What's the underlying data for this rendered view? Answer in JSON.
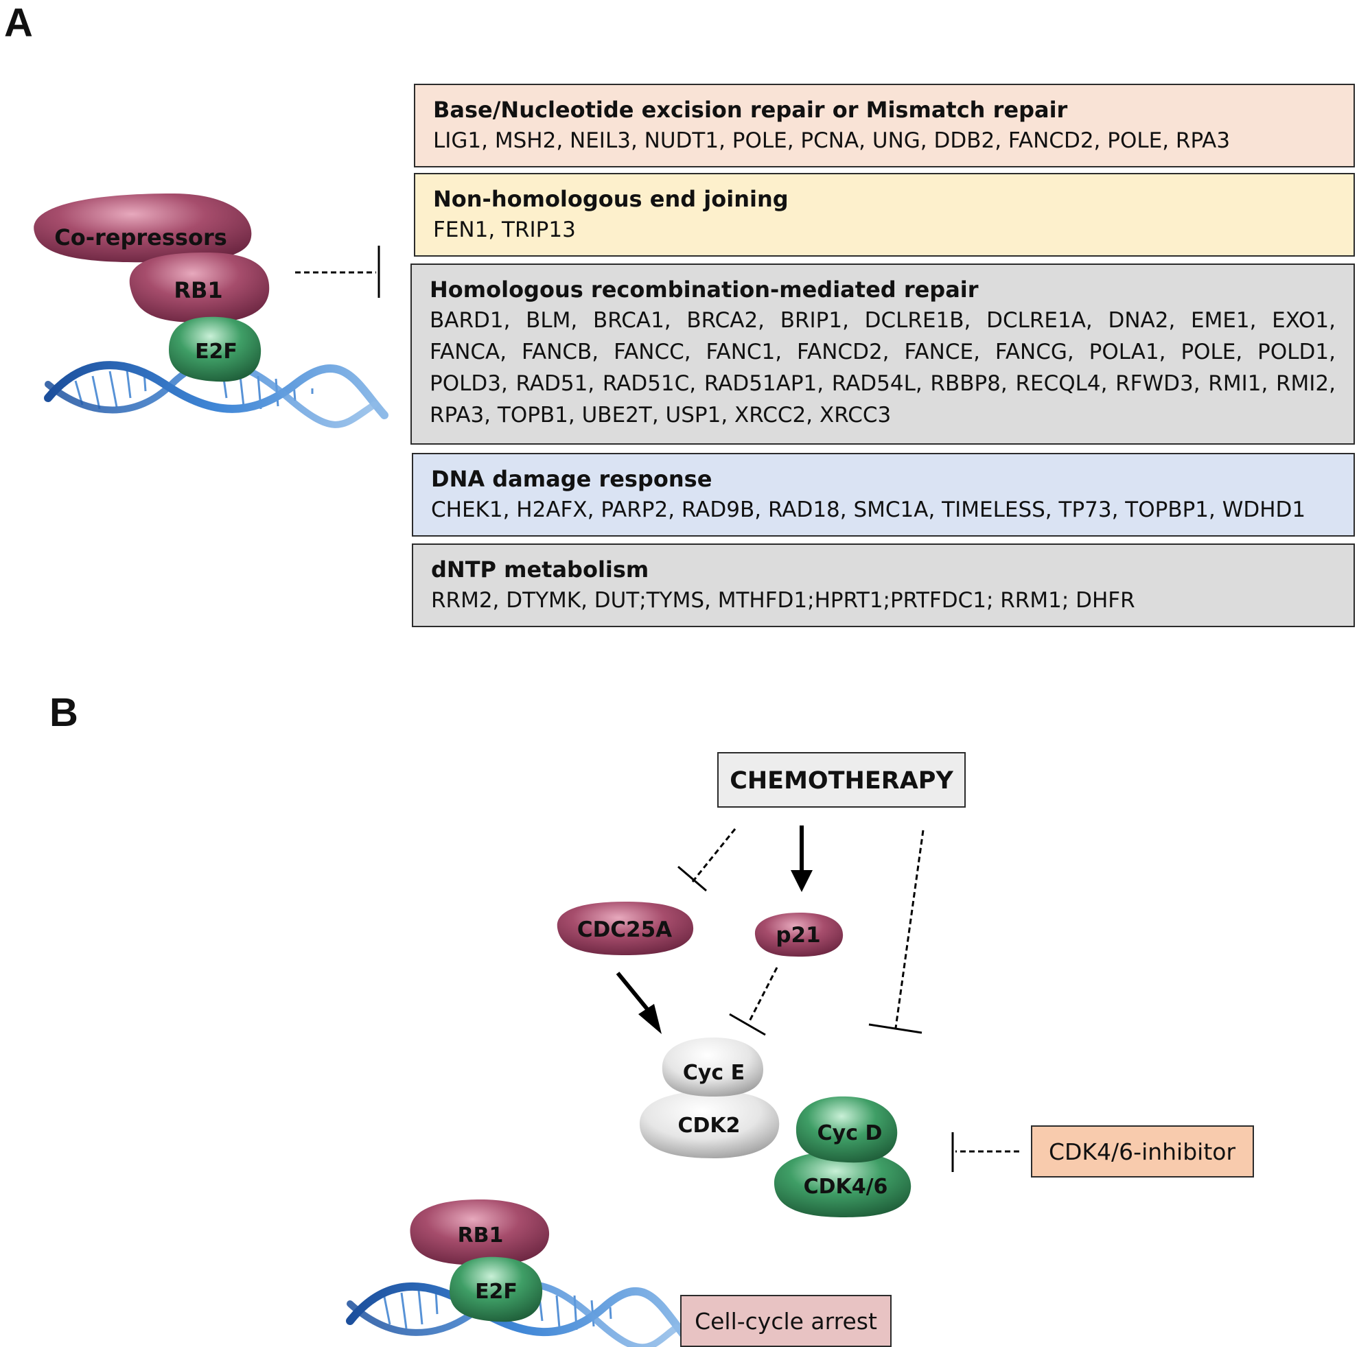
{
  "panels": {
    "a": "A",
    "b": "B"
  },
  "colors": {
    "ber_box": "#f9e3d6",
    "nhej_box": "#fdf0cc",
    "hr_box": "#dcdcdc",
    "ddr_box": "#dae3f3",
    "dntp_box": "#dcdcdc",
    "chemo_box": "#ededed",
    "cdk46_inhibitor_box": "#f8cbad",
    "arrest_box": "#e8c3c3",
    "repressor_protein": "#a04a68",
    "e2f_protein": "#3e9a64",
    "cyc_e_protein": "#e2e2e2",
    "dna_helix": "#2f6fc0"
  },
  "panel_a": {
    "proteins": {
      "corepressors": "Co-repressors",
      "rb1": "RB1",
      "e2f": "E2F"
    },
    "gene_groups": [
      {
        "title": "Base/Nucleotide excision repair or Mismatch repair",
        "genes": [
          "LIG1, MSH2, NEIL3, NUDT1, POLE, PCNA, UNG, DDB2, FANCD2, POLE, RPA3"
        ]
      },
      {
        "title": "Non-homologous end joining",
        "genes": [
          "FEN1, TRIP13"
        ]
      },
      {
        "title": "Homologous recombination-mediated repair",
        "genes": [
          "BARD1, BLM, BRCA1, BRCA2, BRIP1, DCLRE1B, DCLRE1A, DNA2, EME1, EXO1,",
          "FANCA, FANCB, FANCC, FANC1, FANCD2, FANCE, FANCG, POLA1, POLE, POLD1,",
          "POLD3, RAD51, RAD51C, RAD51AP1, RAD54L, RBBP8, RECQL4, RFWD3, RMI1, RMI2,",
          "RPA3, TOPB1, UBE2T, USP1, XRCC2, XRCC3"
        ]
      },
      {
        "title": "DNA damage response",
        "genes": [
          "CHEK1, H2AFX, PARP2, RAD9B, RAD18, SMC1A, TIMELESS, TP73, TOPBP1, WDHD1"
        ]
      },
      {
        "title": "dNTP metabolism",
        "genes": [
          "RRM2, DTYMK, DUT;TYMS, MTHFD1;HPRT1;PRTFDC1; RRM1; DHFR"
        ]
      }
    ]
  },
  "panel_b": {
    "chemotherapy": "CHEMOTHERAPY",
    "cdc25a": "CDC25A",
    "p21": "p21",
    "cyc_e": "Cyc E",
    "cdk2": "CDK2",
    "cyc_d": "Cyc D",
    "cdk46": "CDK4/6",
    "cdk46_inhibitor": "CDK4/6-inhibitor",
    "rb1": "RB1",
    "e2f": "E2F",
    "cell_cycle_arrest": "Cell-cycle arrest"
  }
}
